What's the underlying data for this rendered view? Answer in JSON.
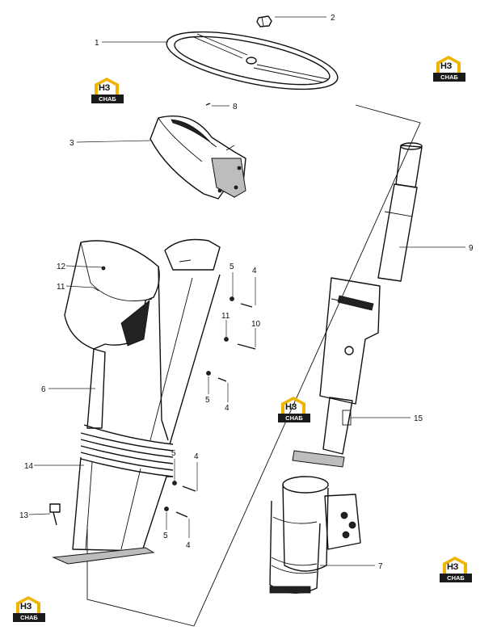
{
  "logo": {
    "code": "НЗ",
    "brand": "СНАБ",
    "accent_color": "#f0b400"
  },
  "callouts": [
    "1",
    "2",
    "3",
    "8",
    "9",
    "12",
    "11",
    "6",
    "14",
    "13",
    "4",
    "5",
    "11",
    "10",
    "5",
    "4",
    "5",
    "4",
    "5",
    "4",
    "15",
    "7"
  ]
}
